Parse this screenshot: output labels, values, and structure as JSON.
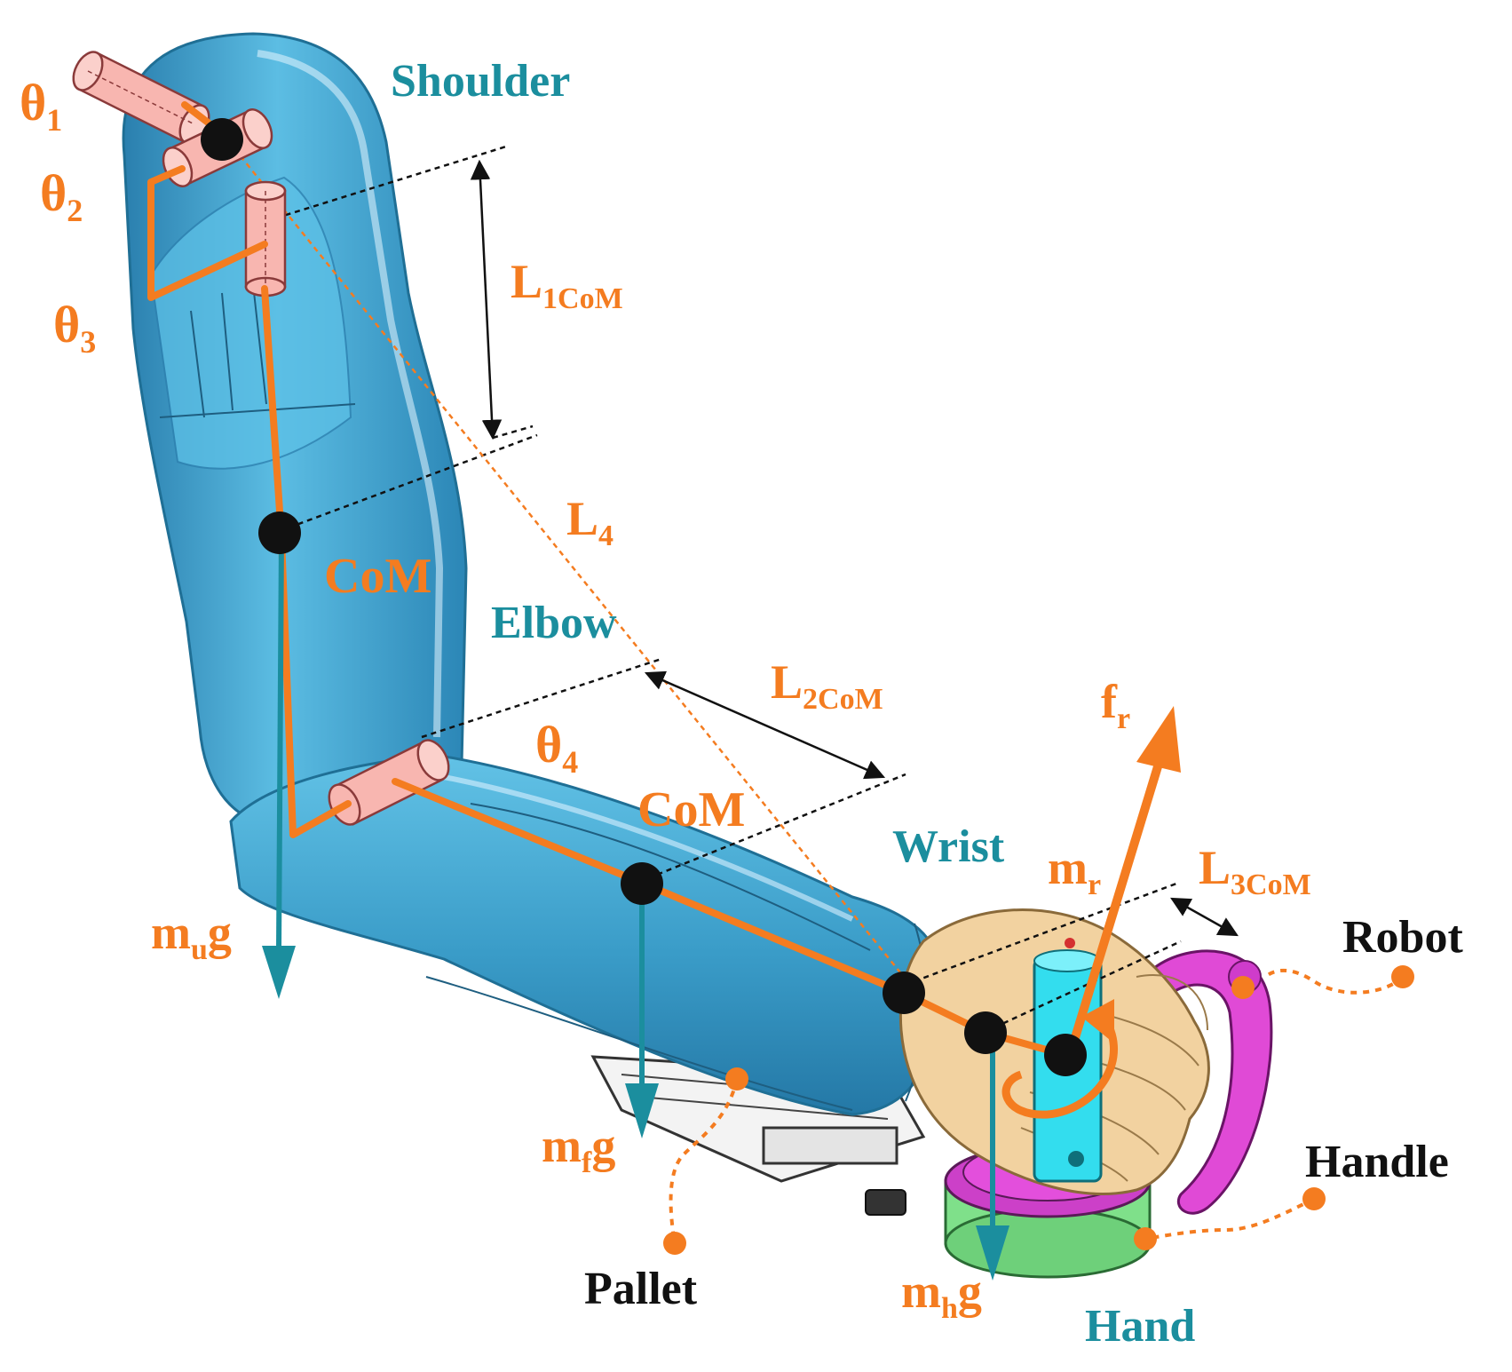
{
  "colors": {
    "arm": "#3b9fc9",
    "arm_dark": "#1f6f95",
    "skeleton": "#f47c20",
    "force_arrow": "#1b8e9e",
    "joint": "#f8b6b0",
    "label_teal": "#1b8e9e",
    "label_orange": "#f47c20",
    "hand": "#f2d2a0",
    "handle": "#e04ad6",
    "cylinder": "#33ddee",
    "base": "#7fe08a"
  },
  "labels": {
    "shoulder": "Shoulder",
    "elbow": "Elbow",
    "wrist": "Wrist",
    "hand": "Hand",
    "robot": "Robot",
    "handle": "Handle",
    "pallet": "Pallet",
    "com_upper": "CoM",
    "com_fore": "CoM",
    "theta1": {
      "base": "θ",
      "sub": "1"
    },
    "theta2": {
      "base": "θ",
      "sub": "2"
    },
    "theta3": {
      "base": "θ",
      "sub": "3"
    },
    "theta4": {
      "base": "θ",
      "sub": "4"
    },
    "l1com": {
      "base": "L",
      "sub": "1CoM"
    },
    "l2com": {
      "base": "L",
      "sub": "2CoM"
    },
    "l3com": {
      "base": "L",
      "sub": "3CoM"
    },
    "l4": {
      "base": "L",
      "sub": "4"
    },
    "mug": {
      "base": "m",
      "sub": "u",
      "tail": "g"
    },
    "mfg": {
      "base": "m",
      "sub": "f",
      "tail": "g"
    },
    "mhg": {
      "base": "m",
      "sub": "h",
      "tail": "g"
    },
    "mr": {
      "base": "m",
      "sub": "r"
    },
    "fr": {
      "base": "f",
      "sub": "r"
    }
  }
}
